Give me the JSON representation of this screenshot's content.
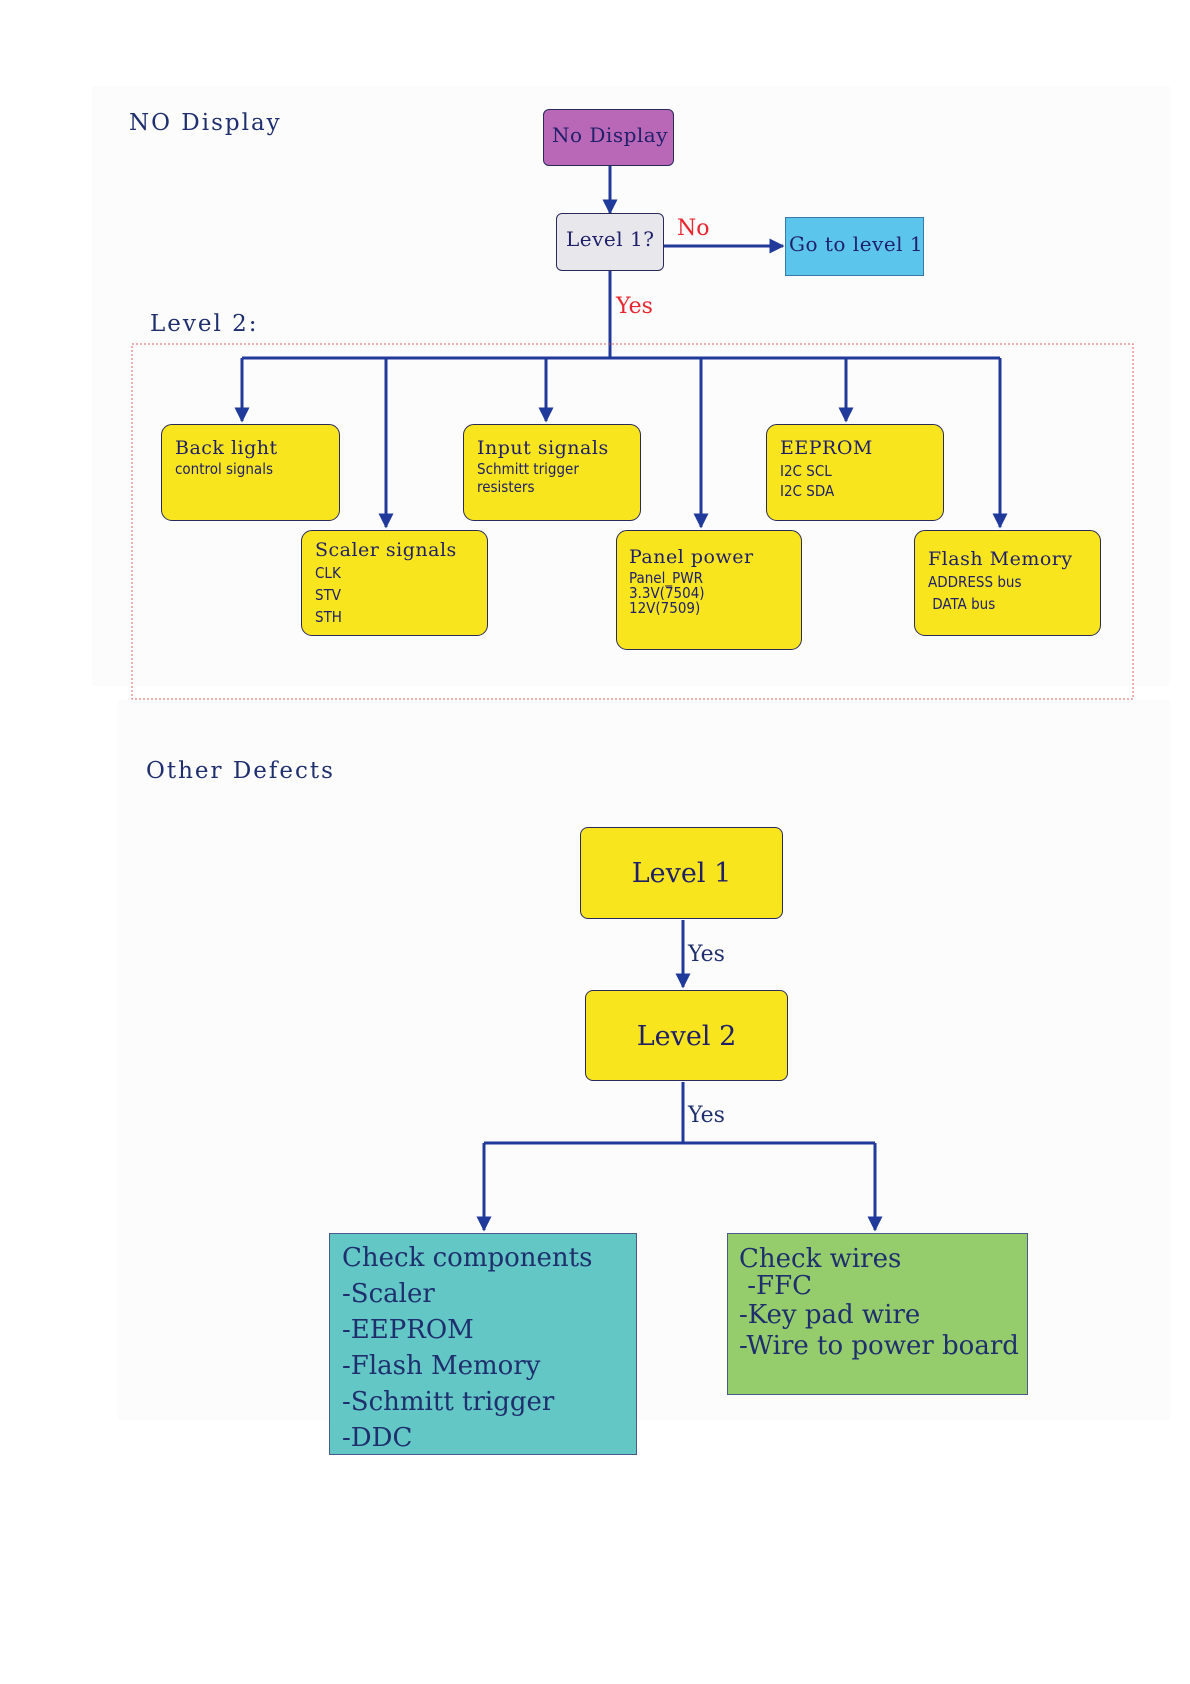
{
  "no_display_section": {
    "heading": "NO Display",
    "level2_heading": "Level 2:",
    "start_box": "No Display",
    "decision_box": "Level 1?",
    "goto_box": "Go to level 1",
    "no_label": "No",
    "yes_label": "Yes",
    "checks": [
      {
        "title": "Back light",
        "lines": [
          "control signals"
        ]
      },
      {
        "title": "Input signals",
        "lines": [
          "Schmitt trigger",
          "resisters"
        ]
      },
      {
        "title": "EEPROM",
        "lines": [
          "I2C SCL",
          "I2C SDA"
        ]
      },
      {
        "title": "Scaler signals",
        "lines": [
          "CLK",
          "STV",
          "STH"
        ]
      },
      {
        "title": "Panel power",
        "lines": [
          "Panel_PWR",
          "3.3V(7504)",
          " 12V(7509)"
        ]
      },
      {
        "title": "Flash Memory",
        "lines": [
          "ADDRESS bus",
          " DATA bus"
        ]
      }
    ]
  },
  "other_defects_section": {
    "heading": "Other Defects",
    "level1_box": "Level 1",
    "level2_box": "Level 2",
    "yes_label_1": "Yes",
    "yes_label_2": "Yes",
    "components_box": {
      "title": "Check components",
      "items": [
        "-Scaler",
        "-EEPROM",
        "-Flash Memory",
        "-Schmitt trigger",
        "-DDC"
      ]
    },
    "wires_box": {
      "title": "Check wires",
      "items": [
        " -FFC",
        "-Key pad wire",
        "-Wire to power board"
      ]
    }
  },
  "colors": {
    "purple": "#b968b7",
    "grey": "#e8e8ec",
    "blue": "#5cc5ec",
    "yellow": "#f8e51e",
    "teal": "#62c7c5",
    "green": "#95cd6c",
    "line": "#1f3a9a",
    "label_red": "#e8242c"
  }
}
